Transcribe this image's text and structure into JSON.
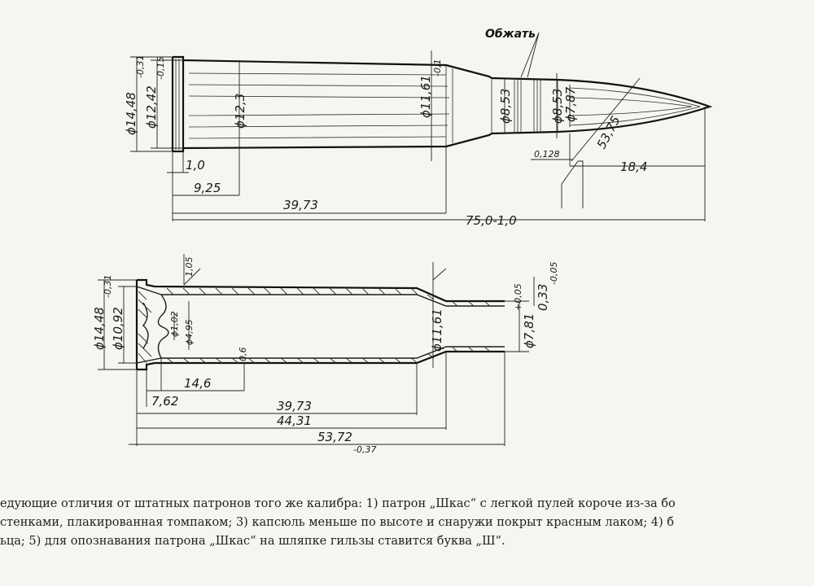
{
  "drawing": {
    "label_crimp": "Обжать",
    "cartridge": {
      "d_rim": "ϕ14,48",
      "d_rim_tol": "-0,31",
      "d_base": "ϕ12,42",
      "d_base_tol": "-0,15",
      "d_body": "ϕ12,3",
      "d_shoulder": "ϕ11,61",
      "d_shoulder_tol": "-0,1",
      "d_neck": "ϕ8,53",
      "d_bullet": "ϕ8,53",
      "d_bullet_tip": "ϕ7,87",
      "len_rim": "1,0",
      "len_groove": "9,25",
      "len_case_body": "39,73",
      "len_total": "75,0-1,0",
      "len_ogive": "53,75",
      "len_bullet_exposed": "18,4",
      "crimp_offset": "0,128"
    },
    "case": {
      "d_rim": "ϕ14,48",
      "d_rim_tol": "-0,31",
      "d_head": "ϕ10,92",
      "d_primer": "ϕ1,02",
      "d_primer_pocket": "ϕ4,95",
      "rim_width": "1,05",
      "wall": "0,6",
      "d_shoulder": "ϕ11,61",
      "d_neck": "ϕ7,81",
      "d_neck_tol": "+0,05",
      "neck_wall": "0,33",
      "neck_wall_tol": "-0,05",
      "len_head": "7,62",
      "len_inner": "14,6",
      "len_body": "39,73",
      "len_shoulder": "44,31",
      "len_total": "53,72",
      "len_total_tol": "-0,37"
    }
  },
  "caption": {
    "line1": "едующие отличия от штатных патронов того же калибра: 1) патрон „Шкас“ с легкой пулей короче из-за бо",
    "line2": " стенками, плакированная томпаком; 3) капсюль меньше по высоте и снаружи покрыт красным лаком; 4) б",
    "line3": "ьца; 5) для опознавания патрона „Шкас“ на шляпке гильзы ставится буква „Ш“."
  }
}
